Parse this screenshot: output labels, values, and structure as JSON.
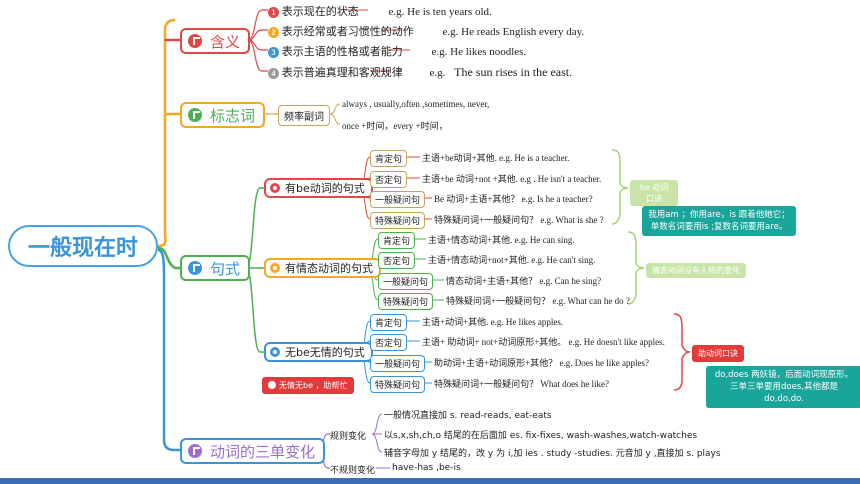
{
  "root": {
    "label": "一般现在时"
  },
  "colors": {
    "orange": "#f5a623",
    "red": "#e04848",
    "green": "#4caf50",
    "blue": "#3a95d8",
    "purple": "#9c6fcf",
    "teal": "#1aa59a"
  },
  "meaning": {
    "label": "含义",
    "items": [
      {
        "num": "1",
        "zh": "表示现在的状态",
        "en": "e.g. He is ten years old."
      },
      {
        "num": "2",
        "zh": "表示经常或者习惯性的动作",
        "en": "e.g. He reads English every day."
      },
      {
        "num": "3",
        "zh": "表示主语的性格或者能力",
        "en": "e.g. He likes noodles."
      },
      {
        "num": "4",
        "zh": "表示普遍真理和客观规律",
        "en_prefix": "e.g.",
        "en": "The sun rises in the east."
      }
    ]
  },
  "signals": {
    "label": "标志词",
    "box": "频率副词",
    "line1": "always , usually,often ,sometimes, never,",
    "line2": "once +时间，every +时间，"
  },
  "patterns": {
    "label": "句式",
    "be": {
      "label": "有be动词的句式",
      "rows": [
        {
          "tag": "肯定句",
          "text": "主语+be动词+其他. e.g. He is a teacher."
        },
        {
          "tag": "否定句",
          "text": "主语+be 动词+not +其他. e.g . He isn't a teacher."
        },
        {
          "tag": "一般疑问句",
          "text": "Be 动词+主语+其他？ e.g. Is he a teacher?"
        },
        {
          "tag": "特殊疑问句",
          "text": "特殊疑问词+一般疑问句？ e.g. What is she ?"
        }
      ],
      "note_pale": "be 动词 口诀",
      "note_green": "我用am ；你用are，is 跟着他她它；单数名词要用is ;复数名词要用are。"
    },
    "modal": {
      "label": "有情态动词的句式",
      "rows": [
        {
          "tag": "肯定句",
          "text": "主语+情态动词+其他. e.g. He can sing."
        },
        {
          "tag": "否定句",
          "text": "主语+情态动词+not+其他. e.g. He can't sing."
        },
        {
          "tag": "一般疑问句",
          "text": "情态动词+主语+其他？ e.g. Can he sing?"
        },
        {
          "tag": "特殊疑问句",
          "text": "特殊疑问词+一般疑问句？ e.g. What can he do ?"
        }
      ],
      "note_pale": "情态动词没有人称的变化"
    },
    "nobe": {
      "label": "无be无情的句式",
      "rows": [
        {
          "tag": "肯定句",
          "text": "主语+动词+其他.  e.g. He likes apples."
        },
        {
          "tag": "否定句",
          "text": "主语+ 助动词+ not+动词原形+其他。  e.g. He doesn't like apples."
        },
        {
          "tag": "一般疑问句",
          "text": "助动词+主语+动词原形+其他？ e.g. Does he like apples?"
        },
        {
          "tag": "特殊疑问句",
          "text": "特殊疑问词+一般疑问句？   What does he like?"
        }
      ],
      "note_red": "助动词口诀",
      "note_green": "do,does 两妖镜，后面动词现原形。三单三单要用does,其他都是do,do,do."
    },
    "badge": "无情无be ，助帮忙"
  },
  "verbs": {
    "label": "动词的三单变化",
    "regular": "规则变化",
    "regular_items": [
      "一般情况直接加 s.  read-reads,  eat-eats",
      "以s,x,sh,ch,o 结尾的在后面加 es.  fix-fixes, wash-washes,watch-watches",
      "辅音字母加 y 结尾的，改 y 为 i,加 ies .  study -studies. 元音加 y ,直接加 s. plays"
    ],
    "irregular": "不规则变化",
    "irregular_item": "have-has  ,be-is"
  }
}
